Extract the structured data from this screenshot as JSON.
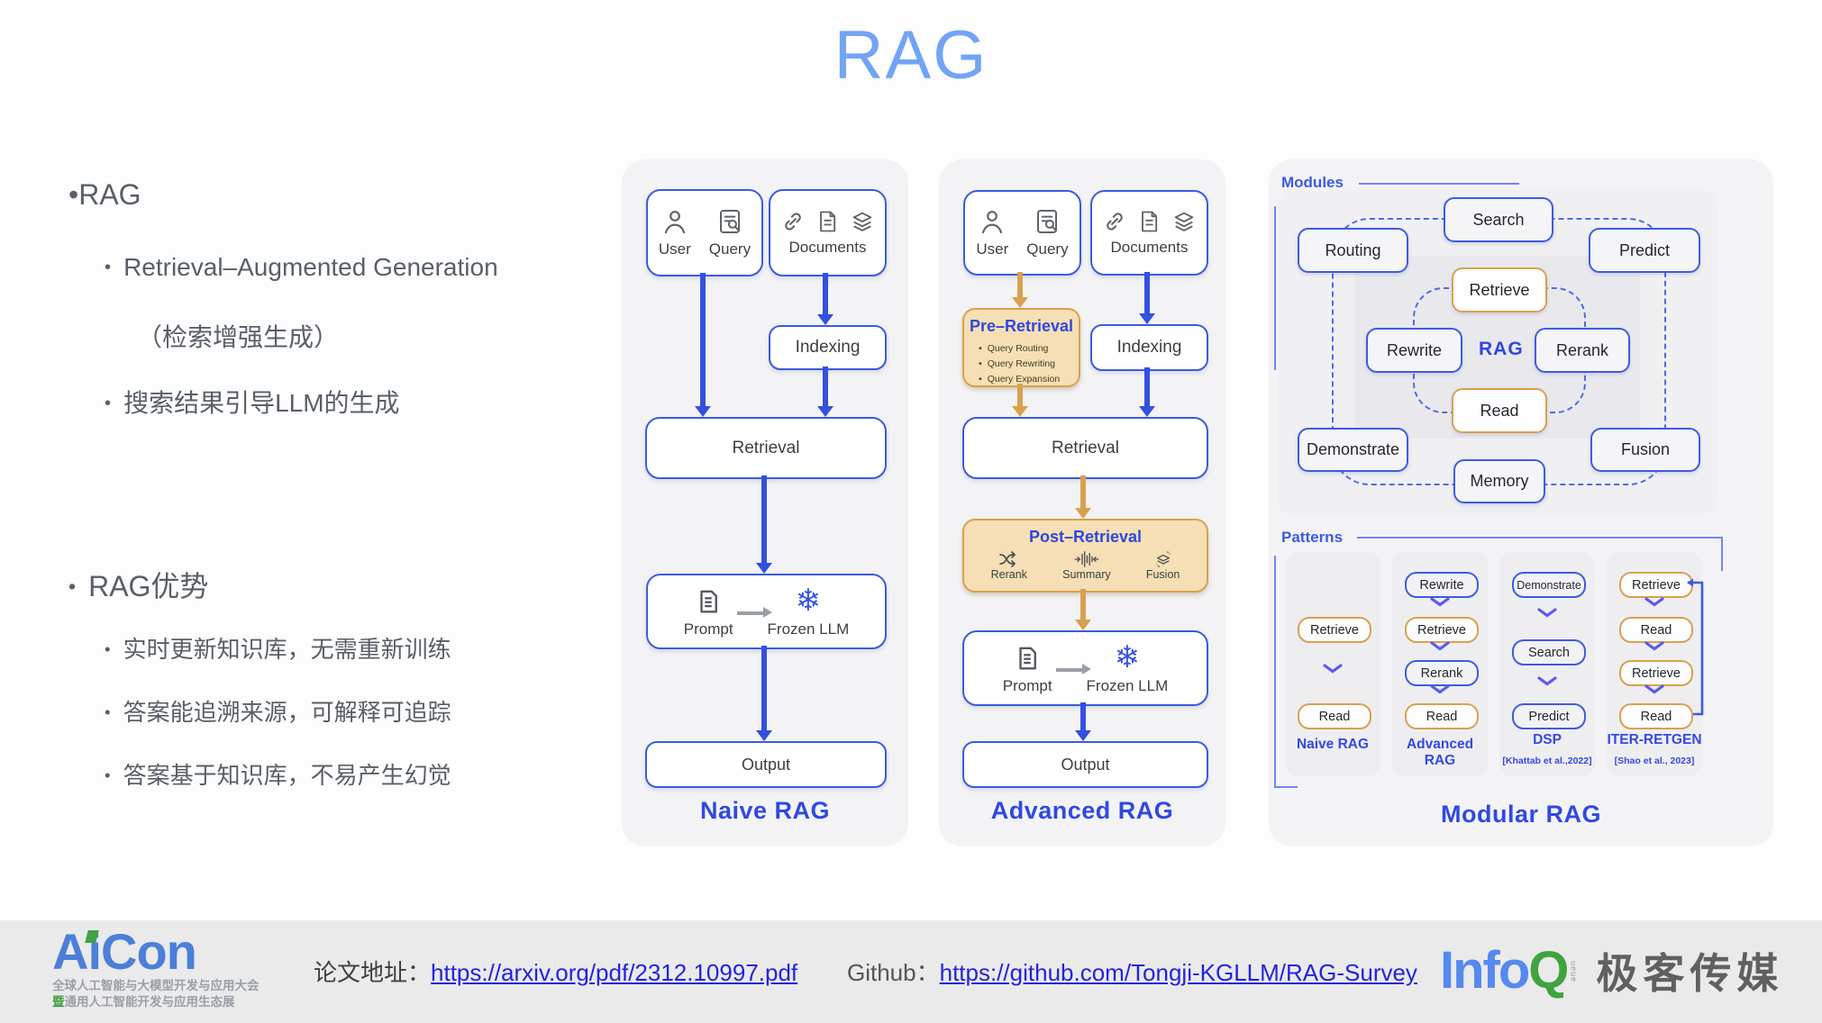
{
  "title": "RAG",
  "left_panel": {
    "h1": "RAG",
    "items1": [
      "Retrieval–Augmented Generation",
      "（检索增强生成）",
      "搜索结果引导LLM的生成"
    ],
    "h2": "RAG优势",
    "items2": [
      "实时更新知识库，无需重新训练",
      "答案能追溯来源，可解释可追踪",
      "答案基于知识库，不易产生幻觉"
    ]
  },
  "naive": {
    "title": "Naive RAG",
    "user": "User",
    "query": "Query",
    "documents": "Documents",
    "indexing": "Indexing",
    "retrieval": "Retrieval",
    "prompt": "Prompt",
    "frozen_llm": "Frozen LLM",
    "output": "Output"
  },
  "advanced": {
    "title": "Advanced RAG",
    "user": "User",
    "query": "Query",
    "documents": "Documents",
    "indexing": "Indexing",
    "retrieval": "Retrieval",
    "pre_retrieval": {
      "title": "Pre–Retrieval",
      "items": [
        "Query Routing",
        "Query Rewriting",
        "Query Expansion"
      ]
    },
    "post_retrieval": {
      "title": "Post–Retrieval",
      "items": [
        "Rerank",
        "Summary",
        "Fusion"
      ]
    },
    "prompt": "Prompt",
    "frozen_llm": "Frozen LLM",
    "output": "Output"
  },
  "modular": {
    "title": "Modular RAG",
    "modules": {
      "label": "Modules",
      "search": "Search",
      "routing": "Routing",
      "predict": "Predict",
      "retrieve": "Retrieve",
      "rewrite": "Rewrite",
      "center": "RAG",
      "rerank": "Rerank",
      "read": "Read",
      "demonstrate": "Demonstrate",
      "fusion": "Fusion",
      "memory": "Memory"
    },
    "patterns": {
      "label": "Patterns",
      "columns": [
        {
          "name": "Naive RAG",
          "cite": "",
          "steps": [
            "Retrieve",
            "Read"
          ]
        },
        {
          "name": "Advanced RAG",
          "cite": "",
          "steps": [
            "Rewrite",
            "Retrieve",
            "Rerank",
            "Read"
          ]
        },
        {
          "name": "DSP",
          "cite": "[Khattab et al.,2022]",
          "steps": [
            "Demonstrate",
            "Search",
            "Predict"
          ]
        },
        {
          "name": "ITER-RETGEN",
          "cite": "[Shao et al., 2023]",
          "steps": [
            "Retrieve",
            "Read",
            "Retrieve",
            "Read"
          ]
        }
      ]
    }
  },
  "footer": {
    "aicon_logo": "AiCon",
    "aicon_line1": "全球人工智能与大模型开发与应用大会",
    "aicon_line2_mark": "暨",
    "aicon_line2": "通用人工智能开发与应用生态展",
    "paper_label": "论文地址：",
    "paper_url": "https://arxiv.org/pdf/2312.10997.pdf",
    "github_label": "Github：",
    "github_url": "https://github.com/Tongji-KGLLM/RAG-Survey",
    "infoq_info": "Info",
    "infoq_q": "Q",
    "infoq_queue": "ueue",
    "infoq_brand": "极客传媒"
  },
  "icons": {
    "user": "user-icon",
    "query": "query-doc-icon",
    "link": "link-icon",
    "document": "document-icon",
    "layers": "layers-icon",
    "prompt_doc": "prompt-doc-icon",
    "frozen_llm": "snowflake-icon",
    "to_llm": "right-arrow-icon",
    "rerank": "shuffle-icon",
    "summary": "compress-icon",
    "fusion": "fusion-layers-icon",
    "pattern_step": "chevron-down-icon",
    "iter_loop": "loop-arrow-icon"
  },
  "colors": {
    "title_blue": "#72A4F5",
    "diagram_blue": "#3350DF",
    "border_blue": "#3B5BDB",
    "orange": "#D9A14D",
    "orange_fill": "#F6DFB4",
    "panel_gray": "#F3F3F5",
    "label_blue": "#2F49E1",
    "link_blue": "#2323DE",
    "footer_gray": "#EAEAEB",
    "aicon_blue": "#4B7FD8",
    "infoq_green": "#41A33F"
  }
}
